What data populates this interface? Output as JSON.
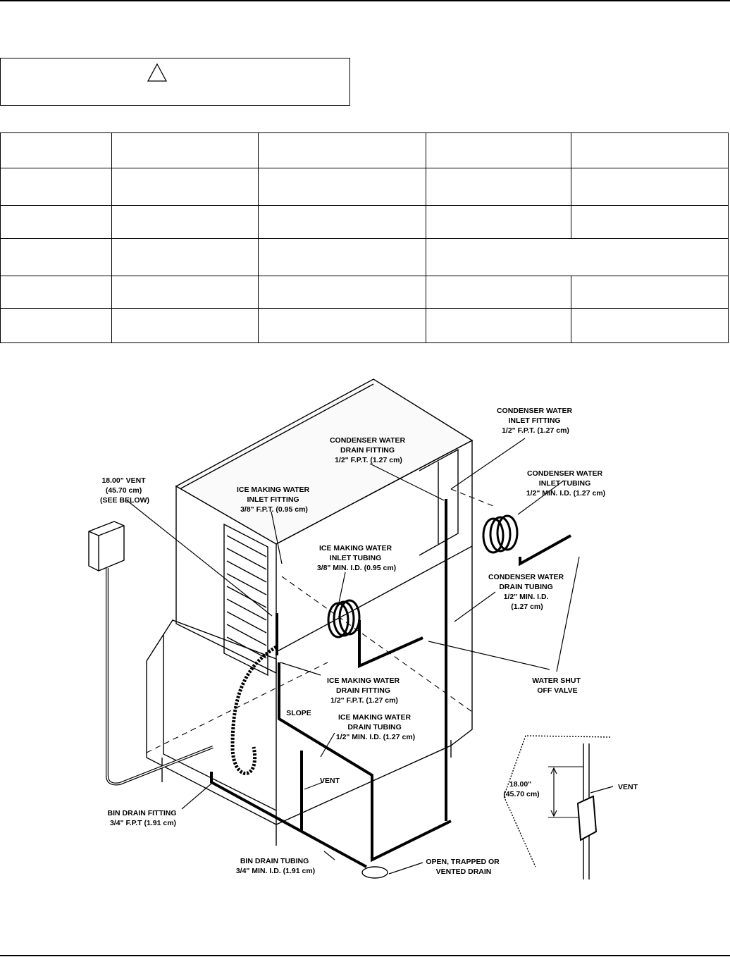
{
  "page": {
    "warning_box": {
      "icon": "warning-triangle-icon",
      "text": ""
    },
    "table": {
      "rows": [
        [
          "",
          "",
          "",
          "",
          ""
        ],
        [
          "",
          "",
          "",
          "",
          ""
        ],
        [
          "",
          "",
          "",
          "",
          ""
        ],
        [
          "",
          "",
          "",
          ""
        ],
        [
          "",
          "",
          "",
          "",
          ""
        ],
        [
          "",
          "",
          "",
          "",
          ""
        ]
      ]
    }
  },
  "diagram": {
    "labels": {
      "condenser_inlet_fitting": [
        "CONDENSER WATER",
        "INLET FITTING",
        "1/2\" F.P.T. (1.27 cm)"
      ],
      "condenser_drain_fitting": [
        "CONDENSER WATER",
        "DRAIN FITTING",
        "1/2\" F.P.T. (1.27 cm)"
      ],
      "condenser_inlet_tubing": [
        "CONDENSER WATER",
        "INLET TUBING",
        "1/2\" MIN. I.D. (1.27 cm)"
      ],
      "vent_top": [
        "18.00\" VENT",
        "(45.70 cm)",
        "(SEE BELOW)"
      ],
      "ice_inlet_fitting": [
        "ICE MAKING WATER",
        "INLET FITTING",
        "3/8\" F.P.T. (0.95 cm)"
      ],
      "ice_inlet_tubing": [
        "ICE MAKING WATER",
        "INLET TUBING",
        "3/8\" MIN. I.D. (0.95 cm)"
      ],
      "condenser_drain_tubing": [
        "CONDENSER WATER",
        "DRAIN TUBING",
        "1/2\" MIN. I.D.",
        "(1.27 cm)"
      ],
      "ice_drain_fitting": [
        "ICE MAKING WATER",
        "DRAIN FITTING",
        "1/2\" F.P.T. (1.27 cm)"
      ],
      "water_shutoff": [
        "WATER SHUT",
        "OFF VALVE"
      ],
      "slope": [
        "SLOPE"
      ],
      "ice_drain_tubing": [
        "ICE MAKING WATER",
        "DRAIN TUBING",
        "1/2\" MIN. I.D. (1.27 cm)"
      ],
      "vent_mid": [
        "VENT"
      ],
      "bin_drain_fitting": [
        "BIN DRAIN FITTING",
        "3/4\" F.P.T (1.91 cm)"
      ],
      "bin_drain_tubing": [
        "BIN DRAIN TUBING",
        "3/4\" MIN. I.D. (1.91 cm)"
      ],
      "open_drain": [
        "OPEN, TRAPPED OR",
        "VENTED DRAIN"
      ],
      "detail_dim": [
        "18.00\"",
        "(45.70 cm)"
      ],
      "detail_vent": [
        "VENT"
      ]
    }
  }
}
